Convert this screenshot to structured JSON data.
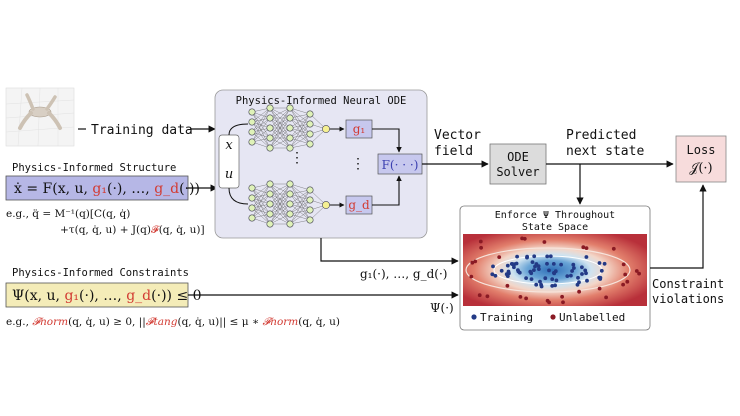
{
  "training_data_label": "Training data",
  "structure": {
    "title": "Physics-Informed Structure",
    "formula_prefix": "ẋ = F(x, u, ",
    "g1": "g₁",
    "formula_mid": "(·), …, ",
    "gd": "g_d",
    "formula_suffix": "(·))",
    "example_line1": "e.g.,  q̈ = M⁻¹(q)[C(q, q̇)",
    "example_line2_a": "+τ(q, q̇, u) + J(q)",
    "example_line2_f": "𝓕",
    "example_line2_b": "(q, q̇, u)]"
  },
  "constraints": {
    "title": "Physics-Informed Constraints",
    "formula_prefix": "Ψ(x, u, ",
    "g1": "g₁",
    "formula_mid": "(·), …, ",
    "gd": "g_d",
    "formula_suffix": "(·)) ≤ 0",
    "example_a": "e.g.,",
    "example_f1": "𝓕norm",
    "example_b": "(q, q̇, u) ≥ 0,  ||",
    "example_f2": "𝓕tang",
    "example_c": "(q, q̇, u)|| ≤ μ ∗",
    "example_f3": "𝓕norm",
    "example_d": "(q, q̇, u)"
  },
  "node": {
    "title": "Physics-Informed Neural ODE",
    "input_x": "x",
    "input_u": "u",
    "g1_box": "g₁",
    "gd_box": "g_d",
    "f_box": "F(· · ·)",
    "vdots": "⋮"
  },
  "vector_field": [
    "Vector",
    "field"
  ],
  "ode_solver": [
    "ODE",
    "Solver"
  ],
  "predicted": [
    "Predicted",
    "next state"
  ],
  "loss": [
    "Loss",
    "𝒥(·)"
  ],
  "g_outputs": "g₁(·), …, g_d(·)",
  "psi_output": "Ψ(·)",
  "constraint_violations": [
    "Constraint",
    "violations"
  ],
  "enforce_panel": {
    "title_line1": "Enforce Ψ Throughout",
    "title_line2": "State Space",
    "legend_training": "Training",
    "legend_unlabelled": "Unlabelled"
  },
  "colors": {
    "structure_box": "#b6b7e6",
    "constraint_box": "#f4ecb8",
    "node_panel": "#e6e6f3",
    "g_box": "#c7c8ee",
    "g_text": "#d23a32",
    "solver_box": "#dcdcdc",
    "loss_box": "#f7dcdc",
    "neuron_fill": "#dff2b8",
    "neuron_out": "#f5f092",
    "training_dot": "#233a86",
    "unlabelled_dot": "#8a1a24"
  }
}
